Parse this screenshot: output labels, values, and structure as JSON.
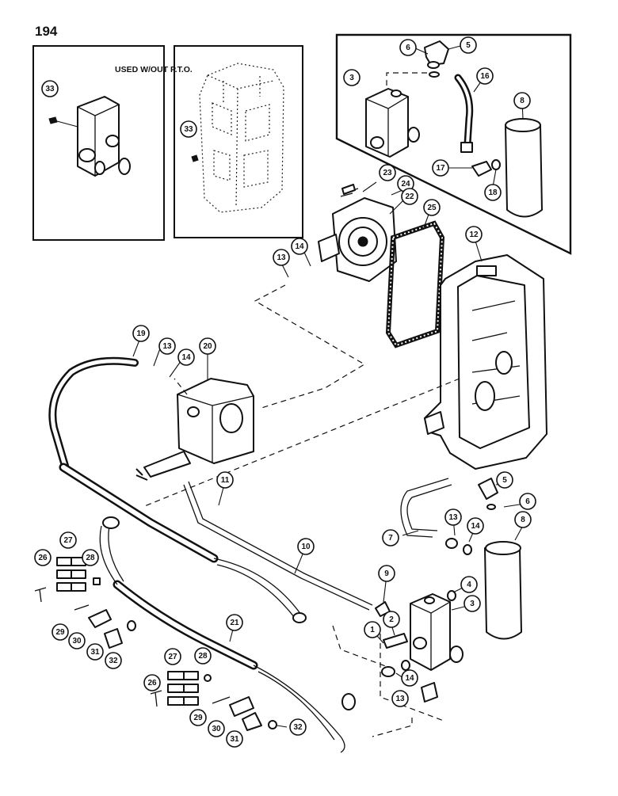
{
  "page_number": "194",
  "inset_label": "USED W/OUT P.T.O.",
  "callouts": [
    {
      "id": "c33a",
      "text": "33"
    },
    {
      "id": "c33b",
      "text": "33"
    },
    {
      "id": "c6a",
      "text": "6"
    },
    {
      "id": "c5a",
      "text": "5"
    },
    {
      "id": "c3a",
      "text": "3"
    },
    {
      "id": "c16",
      "text": "16"
    },
    {
      "id": "c8a",
      "text": "8"
    },
    {
      "id": "c17",
      "text": "17"
    },
    {
      "id": "c18",
      "text": "18"
    },
    {
      "id": "c23",
      "text": "23"
    },
    {
      "id": "c24",
      "text": "24"
    },
    {
      "id": "c22",
      "text": "22"
    },
    {
      "id": "c25",
      "text": "25"
    },
    {
      "id": "c12",
      "text": "12"
    },
    {
      "id": "c13a",
      "text": "13"
    },
    {
      "id": "c14a",
      "text": "14"
    },
    {
      "id": "c19",
      "text": "19"
    },
    {
      "id": "c13b",
      "text": "13"
    },
    {
      "id": "c14b",
      "text": "14"
    },
    {
      "id": "c20",
      "text": "20"
    },
    {
      "id": "c11",
      "text": "11"
    },
    {
      "id": "c5b",
      "text": "5"
    },
    {
      "id": "c6b",
      "text": "6"
    },
    {
      "id": "c13c",
      "text": "13"
    },
    {
      "id": "c14c",
      "text": "14"
    },
    {
      "id": "c7",
      "text": "7"
    },
    {
      "id": "c8b",
      "text": "8"
    },
    {
      "id": "c10",
      "text": "10"
    },
    {
      "id": "c9",
      "text": "9"
    },
    {
      "id": "c4",
      "text": "4"
    },
    {
      "id": "c3b",
      "text": "3"
    },
    {
      "id": "c2",
      "text": "2"
    },
    {
      "id": "c1",
      "text": "1"
    },
    {
      "id": "c14d",
      "text": "14"
    },
    {
      "id": "c13d",
      "text": "13"
    },
    {
      "id": "c26a",
      "text": "26"
    },
    {
      "id": "c27a",
      "text": "27"
    },
    {
      "id": "c28a",
      "text": "28"
    },
    {
      "id": "c29a",
      "text": "29"
    },
    {
      "id": "c30a",
      "text": "30"
    },
    {
      "id": "c31a",
      "text": "31"
    },
    {
      "id": "c32a",
      "text": "32"
    },
    {
      "id": "c21",
      "text": "21"
    },
    {
      "id": "c27b",
      "text": "27"
    },
    {
      "id": "c28b",
      "text": "28"
    },
    {
      "id": "c26b",
      "text": "26"
    },
    {
      "id": "c29b",
      "text": "29"
    },
    {
      "id": "c30b",
      "text": "30"
    },
    {
      "id": "c31b",
      "text": "31"
    },
    {
      "id": "c32b",
      "text": "32"
    }
  ]
}
